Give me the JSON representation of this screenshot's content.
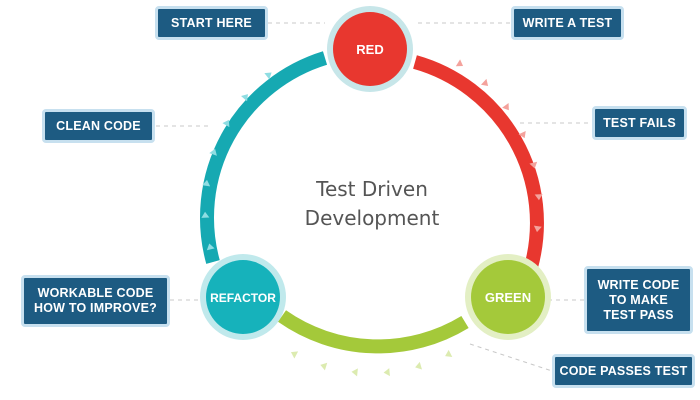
{
  "center": {
    "line1": "Test Driven",
    "line2": "Development"
  },
  "stages": {
    "red": {
      "label": "RED",
      "color": "#e8372f"
    },
    "green": {
      "label": "GREEN",
      "color": "#a4c93a"
    },
    "refactor": {
      "label": "REFACTOR",
      "color": "#16b2bb"
    }
  },
  "callouts": {
    "start_here": "START HERE",
    "write_a_test": "WRITE A TEST",
    "clean_code": "CLEAN CODE",
    "test_fails": "TEST FAILS",
    "workable_code": "WORKABLE CODE\nHOW TO IMPROVE?",
    "write_code": "WRITE CODE\nTO MAKE\nTEST PASS",
    "code_passes_test": "CODE PASSES TEST"
  },
  "colors": {
    "callout_bg": "#1d5b82",
    "callout_border": "#c7e0ef",
    "arc_red": "#e8372f",
    "arc_green": "#a4c93a",
    "arc_teal": "#16a9b2",
    "center_text": "#555555"
  }
}
